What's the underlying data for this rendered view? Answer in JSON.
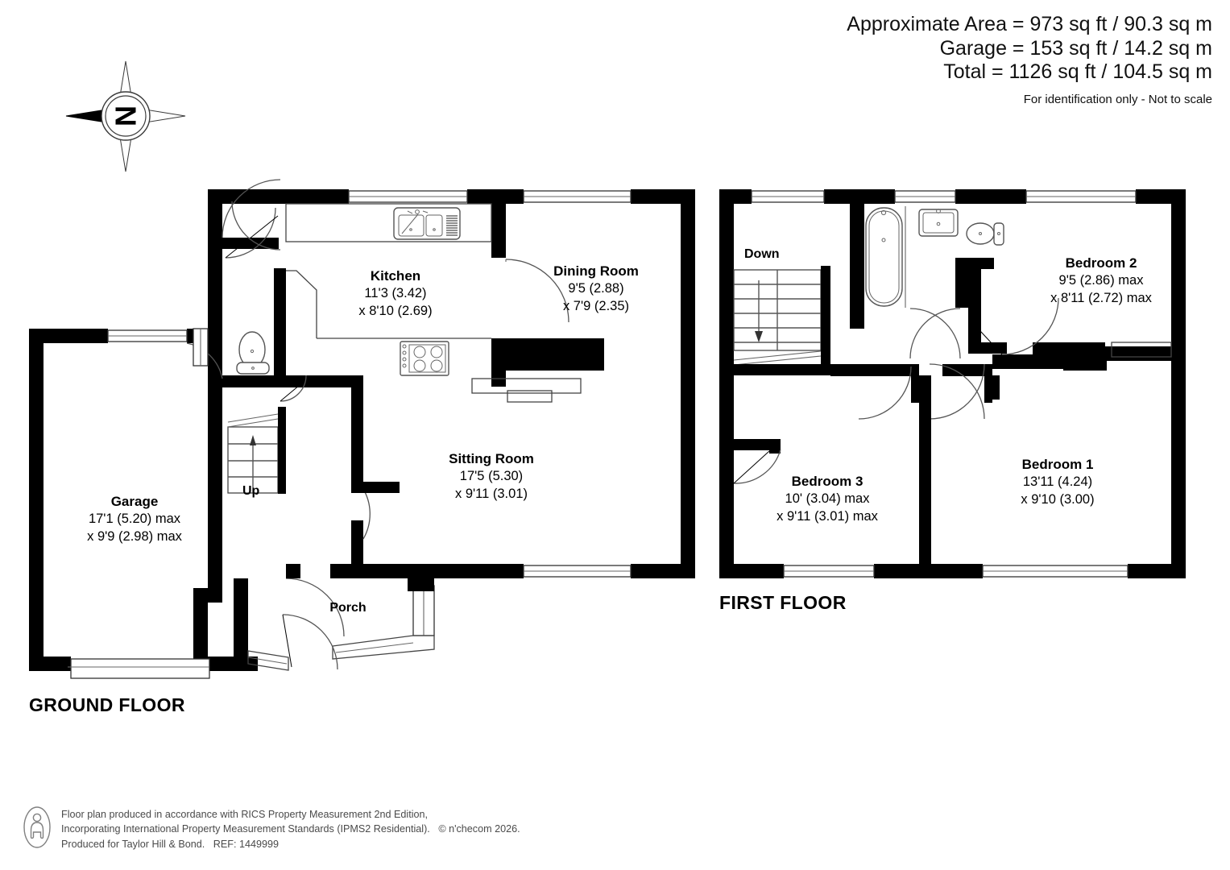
{
  "header": {
    "approximate_area": "Approximate Area = 973 sq ft / 90.3 sq m",
    "garage_area": "Garage = 153 sq ft / 14.2 sq m",
    "total_area": "Total = 1126 sq ft / 104.5 sq m",
    "disclaimer": "For identification only - Not to scale"
  },
  "compass": {
    "north_letter": "N"
  },
  "floors": [
    {
      "id": "ground",
      "title": "GROUND FLOOR"
    },
    {
      "id": "first",
      "title": "FIRST FLOOR"
    }
  ],
  "ground_floor": {
    "title": "GROUND FLOOR",
    "rooms": [
      {
        "name": "Kitchen",
        "dim1": "11'3 (3.42)",
        "dim2": "x 8'10 (2.69)"
      },
      {
        "name": "Dining Room",
        "dim1": "9'5 (2.88)",
        "dim2": "x 7'9 (2.35)"
      },
      {
        "name": "Sitting Room",
        "dim1": "17'5 (5.30)",
        "dim2": "x 9'11 (3.01)"
      },
      {
        "name": "Garage",
        "dim1": "17'1 (5.20) max",
        "dim2": "x 9'9 (2.98) max"
      },
      {
        "name": "Porch",
        "dim1": "",
        "dim2": ""
      }
    ],
    "stairs_label": "Up"
  },
  "first_floor": {
    "title": "FIRST FLOOR",
    "rooms": [
      {
        "name": "Bedroom 1",
        "dim1": "13'11 (4.24)",
        "dim2": "x 9'10 (3.00)"
      },
      {
        "name": "Bedroom 2",
        "dim1": "9'5 (2.86) max",
        "dim2": "x 8'11 (2.72) max"
      },
      {
        "name": "Bedroom 3",
        "dim1": "10' (3.04) max",
        "dim2": "x 9'11 (3.01) max"
      }
    ],
    "stairs_label": "Down"
  },
  "footer": {
    "line1": "Floor plan produced in accordance with RICS Property Measurement 2nd Edition,",
    "line2": "Incorporating International Property Measurement Standards (IPMS2 Residential).",
    "copyright": "© n'checom 2026.",
    "line3": "Produced for Taylor Hill & Bond.",
    "reference": "REF: 1449999"
  },
  "colors": {
    "wall": "#000000",
    "fixture_stroke": "#555555",
    "text": "#111111",
    "footer_text": "#4a4a4a"
  }
}
